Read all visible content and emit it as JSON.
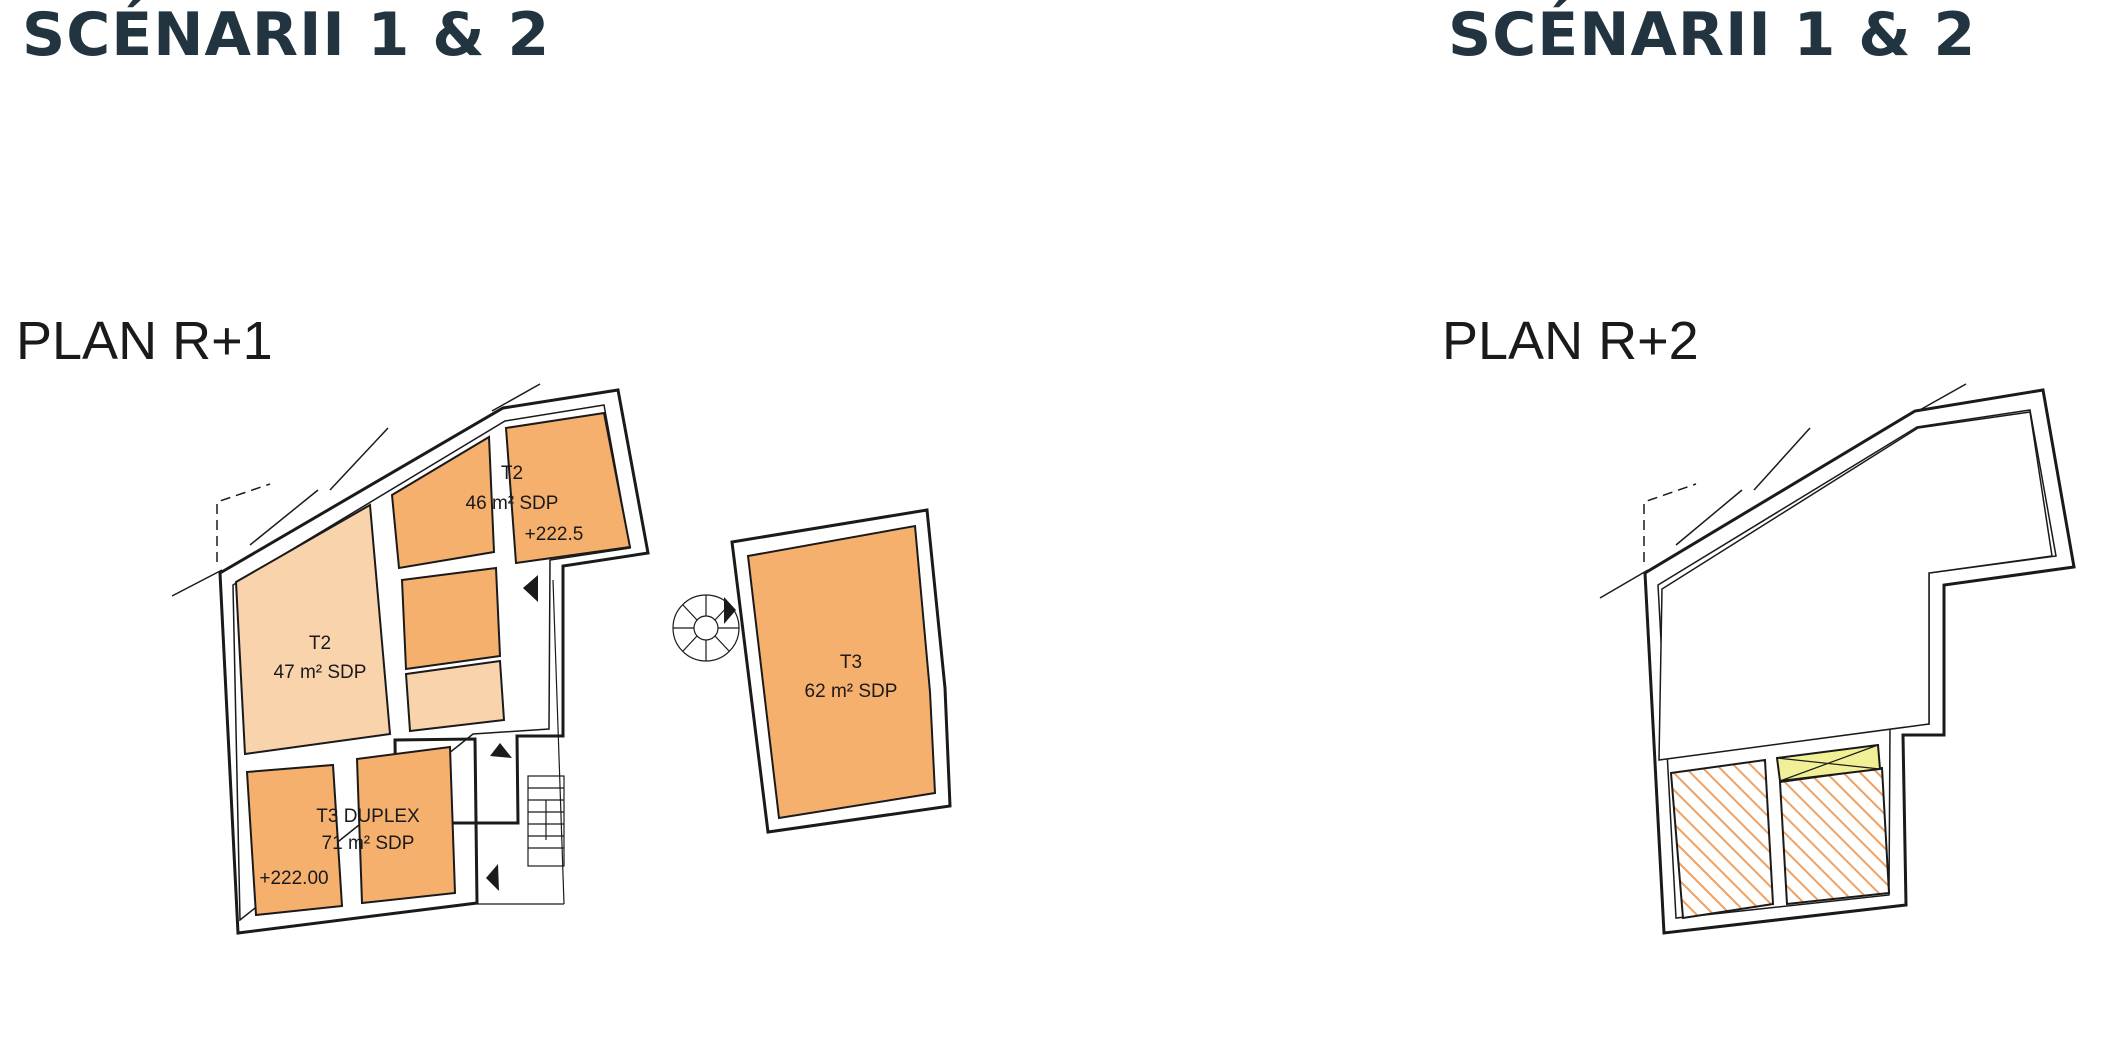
{
  "headers": {
    "left": "SCÉNARII 1 & 2",
    "right": "SCÉNARII 1 & 2"
  },
  "plans": {
    "left": {
      "title": "PLAN R+1",
      "units": [
        {
          "type": "T2",
          "area": "46 m² SDP",
          "level": "+222.5"
        },
        {
          "type": "T2",
          "area": "47 m² SDP"
        },
        {
          "type": "T3",
          "area": "62 m² SDP"
        },
        {
          "type": "T3 DUPLEX",
          "area": "71 m² SDP",
          "level": "+222.00"
        }
      ]
    },
    "right": {
      "title": "PLAN R+2"
    }
  },
  "colors": {
    "unit_dark": "#f6b06e",
    "unit_light": "#f9d3ab",
    "hatch": "#f0a060",
    "skylight": "#f2f096",
    "title": "#22343f",
    "wall": "#1a1a1a"
  }
}
